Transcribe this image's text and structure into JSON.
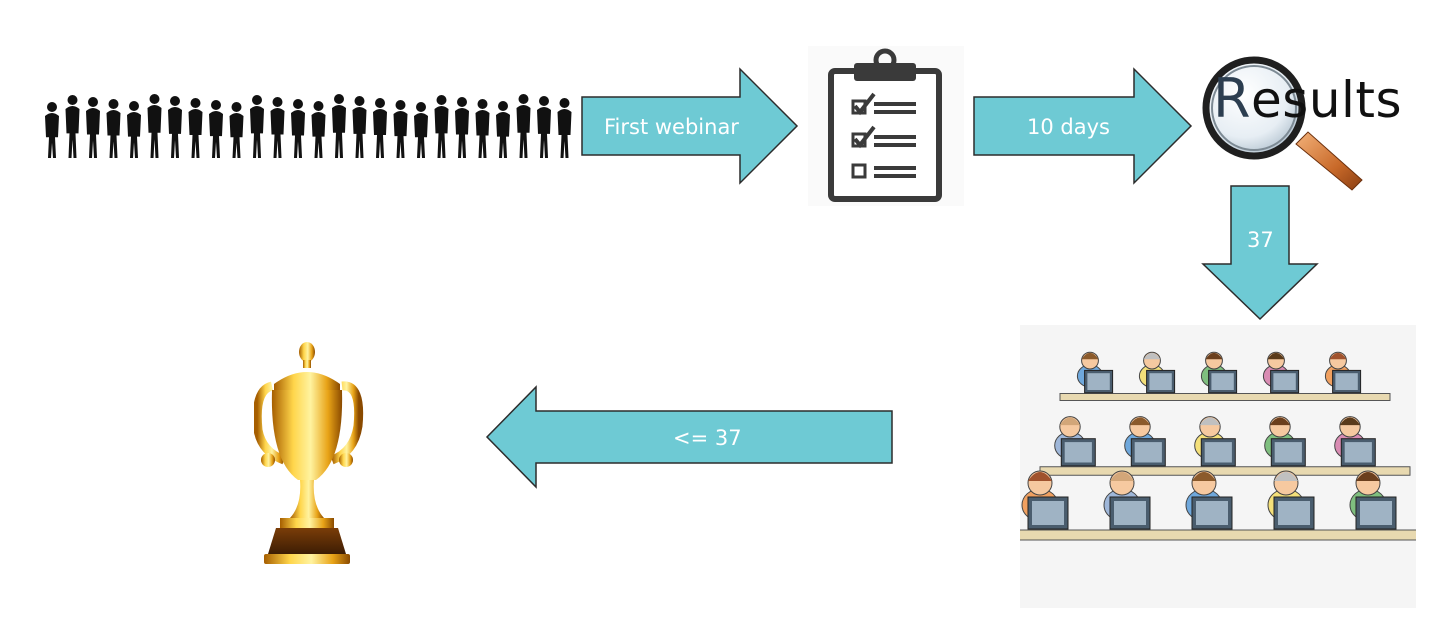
{
  "colors": {
    "arrow_fill": "#6ecad4",
    "arrow_stroke": "#2c2c2c",
    "silhouette": "#111111",
    "trophy_gold": "#e8a317"
  },
  "flow": {
    "arrow_1_label": "First webinar",
    "arrow_2_label": "10 days",
    "arrow_3_label": "37",
    "arrow_4_label": "<= 37"
  },
  "results_logo": {
    "first": "R",
    "second": "e",
    "rest": "sults"
  },
  "icons": [
    "crowd-silhouette-icon",
    "clipboard-checklist-icon",
    "magnifier-icon",
    "classroom-computers-icon",
    "trophy-icon"
  ]
}
